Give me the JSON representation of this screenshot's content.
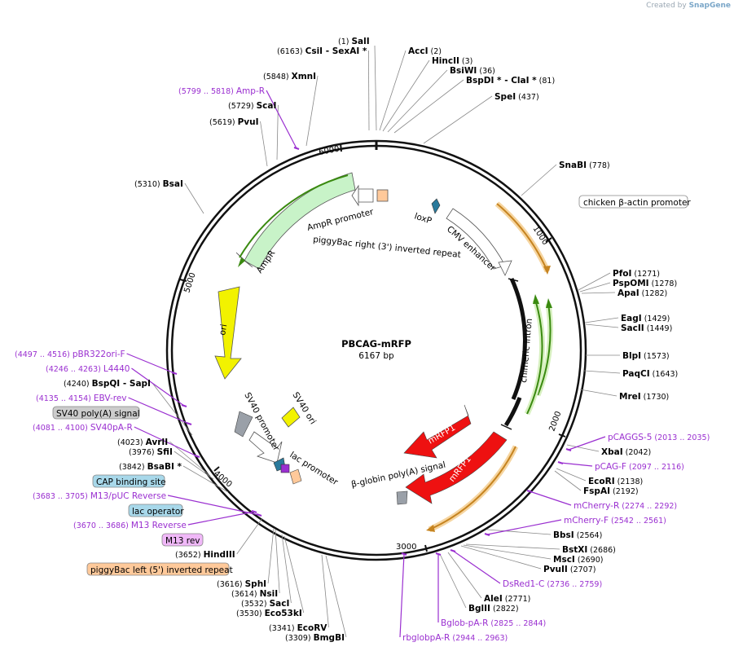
{
  "watermark": {
    "prefix": "Created by",
    "brand": "SnapGene"
  },
  "plasmid": {
    "name": "PBCAG-mRFP",
    "size_label": "6167 bp",
    "length": 6167
  },
  "colors": {
    "ampr": "#c8f3c8",
    "ori": "#f2f200",
    "mrfp": "#ee1111",
    "promoter_white": "#ffffff",
    "orange": "#ffc99a",
    "primer": "#9a2fd0",
    "enhancer_arc": "#7fd15a",
    "orange_arc": "#e8a040",
    "backbone": "#111111",
    "grey_feature": "#9aa0a8",
    "loxp": "#2a7a9c",
    "cap_bg": "#a8d8ea",
    "m13_bg": "#f0b8f8",
    "sv40_bg": "#cccccc"
  },
  "ticks": [
    "1000",
    "2000",
    "3000",
    "4000",
    "5000",
    "6000"
  ],
  "restriction_sites": [
    {
      "name": "SalI",
      "pos": "(1)"
    },
    {
      "name": "AccI",
      "pos": "(2)"
    },
    {
      "name": "HincII",
      "pos": "(3)"
    },
    {
      "name": "BsiWI",
      "pos": "(36)"
    },
    {
      "name": "BspDI *  - ClaI *",
      "pos": "(81)"
    },
    {
      "name": "SpeI",
      "pos": "(437)"
    },
    {
      "name": "SnaBI",
      "pos": "(778)"
    },
    {
      "name": "PfoI",
      "pos": "(1271)"
    },
    {
      "name": "PspOMI",
      "pos": "(1278)"
    },
    {
      "name": "ApaI",
      "pos": "(1282)"
    },
    {
      "name": "EagI",
      "pos": "(1429)"
    },
    {
      "name": "SacII",
      "pos": "(1449)"
    },
    {
      "name": "BlpI",
      "pos": "(1573)"
    },
    {
      "name": "PaqCI",
      "pos": "(1643)"
    },
    {
      "name": "MreI",
      "pos": "(1730)"
    },
    {
      "name": "XbaI",
      "pos": "(2042)"
    },
    {
      "name": "EcoRI",
      "pos": "(2138)"
    },
    {
      "name": "FspAI",
      "pos": "(2192)"
    },
    {
      "name": "BbsI",
      "pos": "(2564)"
    },
    {
      "name": "BstXI",
      "pos": "(2686)"
    },
    {
      "name": "MscI",
      "pos": "(2690)"
    },
    {
      "name": "PvuII",
      "pos": "(2707)"
    },
    {
      "name": "AleI",
      "pos": "(2771)"
    },
    {
      "name": "BglII",
      "pos": "(2822)"
    },
    {
      "name": "BmgBI",
      "pos": "(3309)"
    },
    {
      "name": "EcoRV",
      "pos": "(3341)"
    },
    {
      "name": "Eco53kI",
      "pos": "(3530)"
    },
    {
      "name": "SacI",
      "pos": "(3532)"
    },
    {
      "name": "NsiI",
      "pos": "(3614)"
    },
    {
      "name": "SphI",
      "pos": "(3616)"
    },
    {
      "name": "HindIII",
      "pos": "(3652)"
    },
    {
      "name": "BsaBI *",
      "pos": "(3842)"
    },
    {
      "name": "SfiI",
      "pos": "(3976)"
    },
    {
      "name": "AvrII",
      "pos": "(4023)"
    },
    {
      "name": "BspQI    - SapI",
      "pos": "(4240)"
    },
    {
      "name": "BsaI",
      "pos": "(5310)"
    },
    {
      "name": "PvuI",
      "pos": "(5619)"
    },
    {
      "name": "ScaI",
      "pos": "(5729)"
    },
    {
      "name": "XmnI",
      "pos": "(5848)"
    },
    {
      "name": "CsiI   - SexAI *",
      "pos": "(6163)"
    }
  ],
  "primers": [
    {
      "name": "pCAGGS-5",
      "pos": "(2013 .. 2035)"
    },
    {
      "name": "pCAG-F",
      "pos": "(2097 .. 2116)"
    },
    {
      "name": "mCherry-R",
      "pos": "(2274 .. 2292)"
    },
    {
      "name": "mCherry-F",
      "pos": "(2542 .. 2561)"
    },
    {
      "name": "DsRed1-C",
      "pos": "(2736 .. 2759)"
    },
    {
      "name": "Bglob-pA-R",
      "pos": "(2825 .. 2844)"
    },
    {
      "name": "rbglobpA-R",
      "pos": "(2944 .. 2963)"
    },
    {
      "name": "M13/pUC Reverse",
      "pos": "(3683 .. 3705)"
    },
    {
      "name": "M13 Reverse",
      "pos": "(3670 .. 3686)"
    },
    {
      "name": "SV40pA-R",
      "pos": "(4081 .. 4100)"
    },
    {
      "name": "EBV-rev",
      "pos": "(4135 .. 4154)"
    },
    {
      "name": "L4440",
      "pos": "(4246 .. 4263)"
    },
    {
      "name": "pBR322ori-F",
      "pos": "(4497 .. 4516)"
    },
    {
      "name": "Amp-R",
      "pos": "(5799 .. 5818)"
    }
  ],
  "boxed_labels": {
    "chicken": "chicken β-actin promoter",
    "sv40pa": "SV40 poly(A) signal",
    "cap": "CAP binding site",
    "lacop": "lac operator",
    "m13rev": "M13 rev",
    "piggyleft": "piggyBac left (5') inverted repeat"
  },
  "features": {
    "ampr": "AmpR",
    "ampr_promoter": "AmpR promoter",
    "piggy_right": "piggyBac right (3') inverted repeat",
    "loxp": "loxP",
    "cmv": "CMV enhancer",
    "chimeric": "chimeric intron",
    "mrfp1_inner": "mRFP1",
    "mrfp1_outer": "mRFP1",
    "bglobin": "β-globin poly(A) signal",
    "lac_promoter": "lac promoter",
    "sv40_promoter": "SV40 promoter",
    "sv40_ori": "SV40 ori",
    "ori": "ori"
  }
}
